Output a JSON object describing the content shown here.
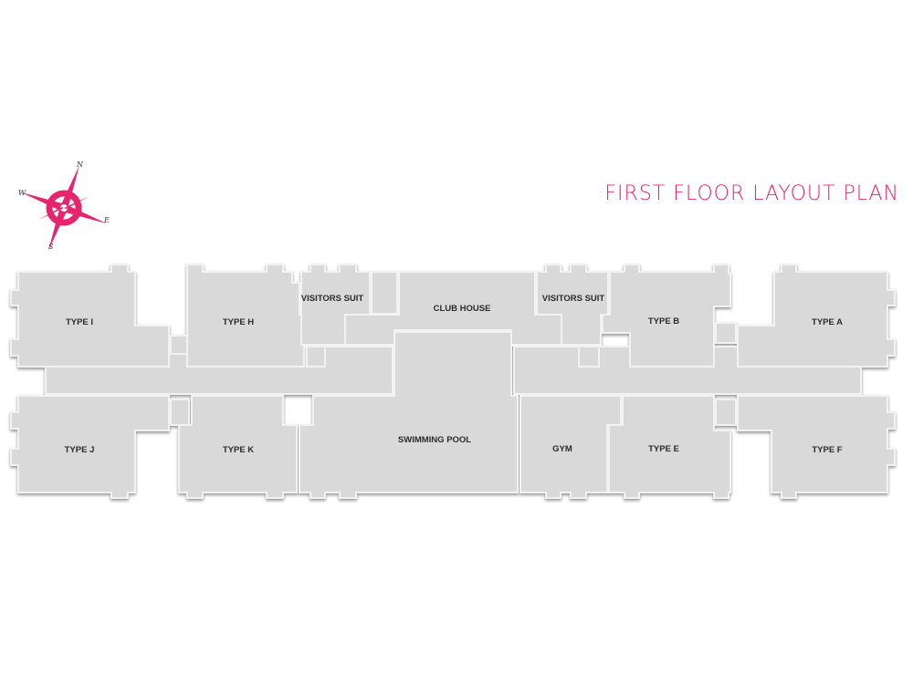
{
  "title": "FIRST FLOOR LAYOUT PLAN",
  "colors": {
    "accent": "#e8246e",
    "room_fill": "#d8d8d8",
    "room_edge": "#f4f4f4",
    "shadow": "#9a9a9a"
  },
  "compass": {
    "icon": "compass-rose-icon",
    "north": "N",
    "east": "E",
    "south": "S",
    "west": "W"
  },
  "rooms": {
    "type_i": "TYPE I",
    "type_h": "TYPE H",
    "visitors_suit_left": "VISITORS SUIT",
    "club_house": "CLUB HOUSE",
    "visitors_suit_right": "VISITORS SUIT",
    "type_b": "TYPE B",
    "type_a": "TYPE A",
    "type_j": "TYPE J",
    "type_k": "TYPE K",
    "swimming_pool": "SWIMMING POOL",
    "gym": "GYM",
    "type_e": "TYPE E",
    "type_f": "TYPE F"
  }
}
